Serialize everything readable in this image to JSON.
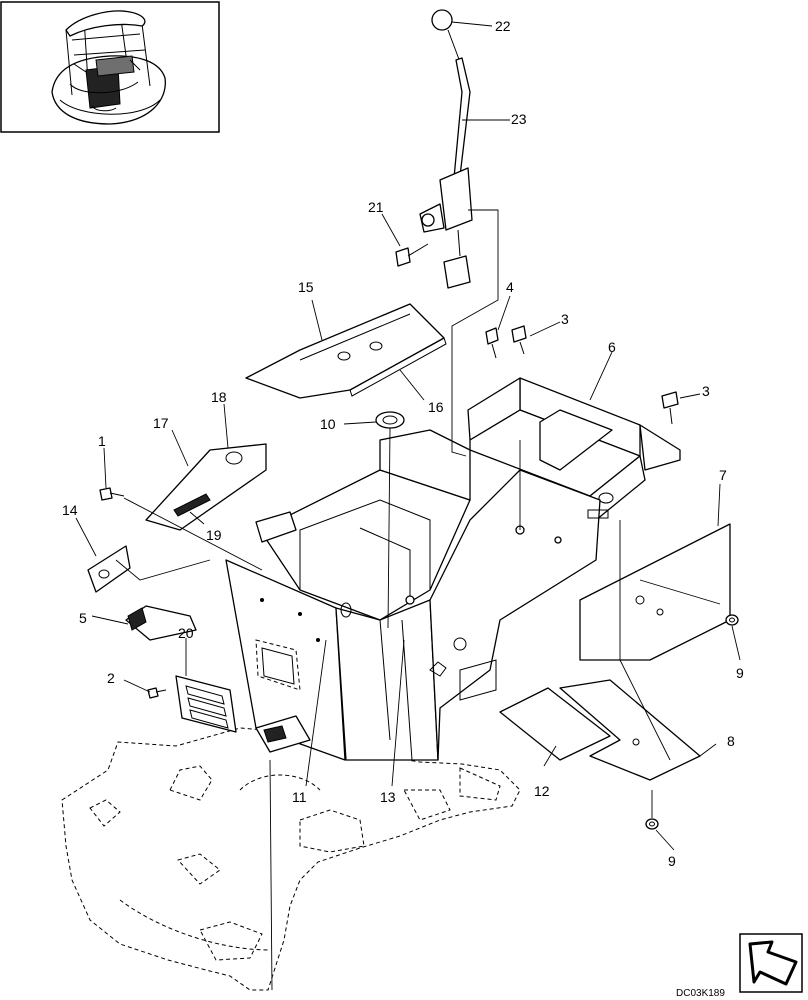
{
  "drawing_code": "DC03K189",
  "callouts": [
    {
      "id": "c22",
      "text": "22"
    },
    {
      "id": "c23",
      "text": "23"
    },
    {
      "id": "c21",
      "text": "21"
    },
    {
      "id": "c15",
      "text": "15"
    },
    {
      "id": "c16",
      "text": "16"
    },
    {
      "id": "c4",
      "text": "4"
    },
    {
      "id": "c3a",
      "text": "3"
    },
    {
      "id": "c3b",
      "text": "3"
    },
    {
      "id": "c6",
      "text": "6"
    },
    {
      "id": "c18",
      "text": "18"
    },
    {
      "id": "c17",
      "text": "17"
    },
    {
      "id": "c10",
      "text": "10"
    },
    {
      "id": "c1",
      "text": "1"
    },
    {
      "id": "c19",
      "text": "19"
    },
    {
      "id": "c14",
      "text": "14"
    },
    {
      "id": "c7",
      "text": "7"
    },
    {
      "id": "c5",
      "text": "5"
    },
    {
      "id": "c20",
      "text": "20"
    },
    {
      "id": "c9a",
      "text": "9"
    },
    {
      "id": "c2",
      "text": "2"
    },
    {
      "id": "c8",
      "text": "8"
    },
    {
      "id": "c12",
      "text": "12"
    },
    {
      "id": "c11",
      "text": "11"
    },
    {
      "id": "c13",
      "text": "13"
    },
    {
      "id": "c9b",
      "text": "9"
    }
  ]
}
